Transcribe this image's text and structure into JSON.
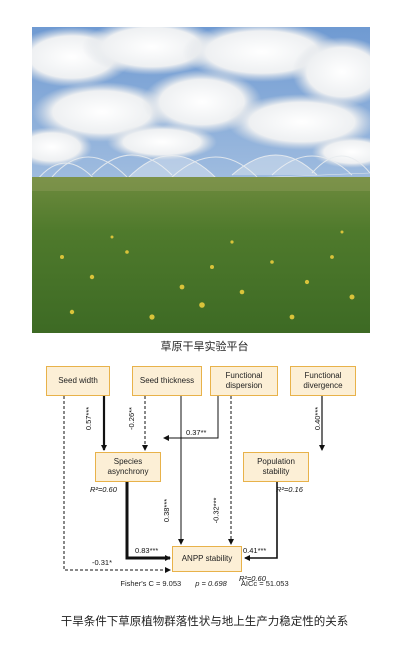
{
  "photo_caption": "草原干旱实验平台",
  "diagram_caption": "干旱条件下草原植物群落性状与地上生产力稳定性的关系",
  "nodes": {
    "seed_width": "Seed width",
    "seed_thickness": "Seed thickness",
    "functional_dispersion": [
      "Functional",
      "dispersion"
    ],
    "functional_divergence": [
      "Functional",
      "divergence"
    ],
    "species_asynchrony": [
      "Species",
      "asynchrony"
    ],
    "population_stability": [
      "Population",
      "stability"
    ],
    "anpp_stability": "ANPP stability"
  },
  "r2": {
    "species_asynchrony": "R²=0.60",
    "population_stability": "R²=0.16",
    "anpp_stability": "R²=0.60"
  },
  "paths": {
    "seedwidth_asynchrony": "0.57***",
    "seedthickness_asynchrony": "-0.26**",
    "dispersion_asynchrony": "0.37**",
    "divergence_population": "0.40***",
    "seedthickness_anpp": "0.38***",
    "dispersion_anpp": "-0.32***",
    "asynchrony_anpp": "0.83***",
    "population_anpp": "0.41***",
    "seedwidth_anpp": "-0.31*"
  },
  "fit": {
    "fisher": "Fisher's C = 9.053",
    "p": "p = 0.698",
    "aicc": "AICc = 51.053"
  },
  "colors": {
    "box_fill": "#fcefd6",
    "box_border": "#e8b24a"
  }
}
